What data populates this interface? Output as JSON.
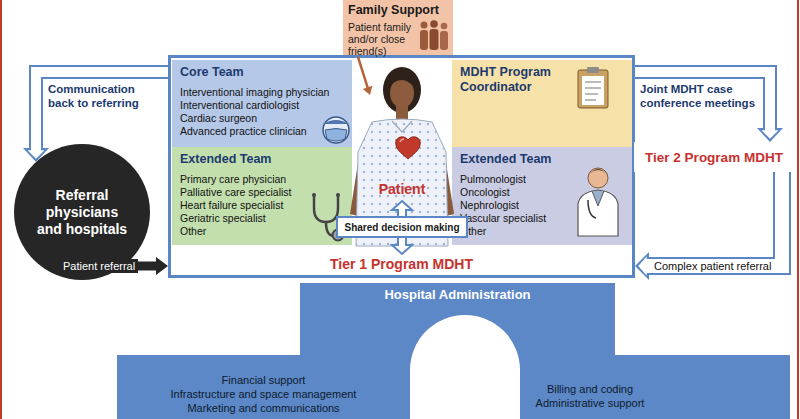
{
  "diagram": {
    "nodes": [
      {
        "text": [
          "Family Support",
          "Patient family and/or close friend(s)"
        ]
      },
      {
        "text": [
          "Tier 1 Program MDHT"
        ]
      },
      {
        "text": [
          "Core Team",
          "Interventional imaging physician",
          "Interventional cardiologist",
          "Cardiac surgeon",
          "Advanced practice clinician"
        ],
        "in": 1
      },
      {
        "text": [
          "MDHT Program Coordinator"
        ],
        "in": 1
      },
      {
        "text": [
          "Patient"
        ],
        "in": 1
      },
      {
        "text": [
          "Extended Team",
          "Primary care physician",
          "Palliative care specialist",
          "Heart failure specialist",
          "Geriatric specialist",
          "Other"
        ],
        "in": 1
      },
      {
        "text": [
          "Extended Team",
          "Pulmonologist",
          "Oncologist",
          "Nephrologist",
          "Vascular specialist",
          "Other"
        ],
        "in": 1
      },
      {
        "text": [
          "Shared decision making"
        ],
        "in": 1
      },
      {
        "text": [
          "Referral physicians and hospitals"
        ]
      },
      {
        "text": [
          "Tier 2 Program MDHT"
        ]
      },
      {
        "text": [
          "Hospital Administration"
        ]
      },
      {
        "text": [
          "Financial support",
          "Infrastructure and space management",
          "Marketing and communications"
        ],
        "in": 10
      },
      {
        "text": [
          "Billing and coding",
          "Administrative support"
        ],
        "in": 10
      }
    ],
    "edges": [
      {
        "from": 1,
        "to": 8,
        "arrow": "to",
        "label": "Communication back to referring"
      },
      {
        "from": 8,
        "to": 1,
        "arrow": "to",
        "label": "Patient referral"
      },
      {
        "from": 1,
        "to": 9,
        "arrow": "to",
        "label": "Joint MDHT case conference meetings"
      },
      {
        "from": 9,
        "to": 1,
        "arrow": "to",
        "label": "Complex patient referral"
      },
      {
        "from": 0,
        "to": 4,
        "arrow": "to"
      }
    ]
  }
}
